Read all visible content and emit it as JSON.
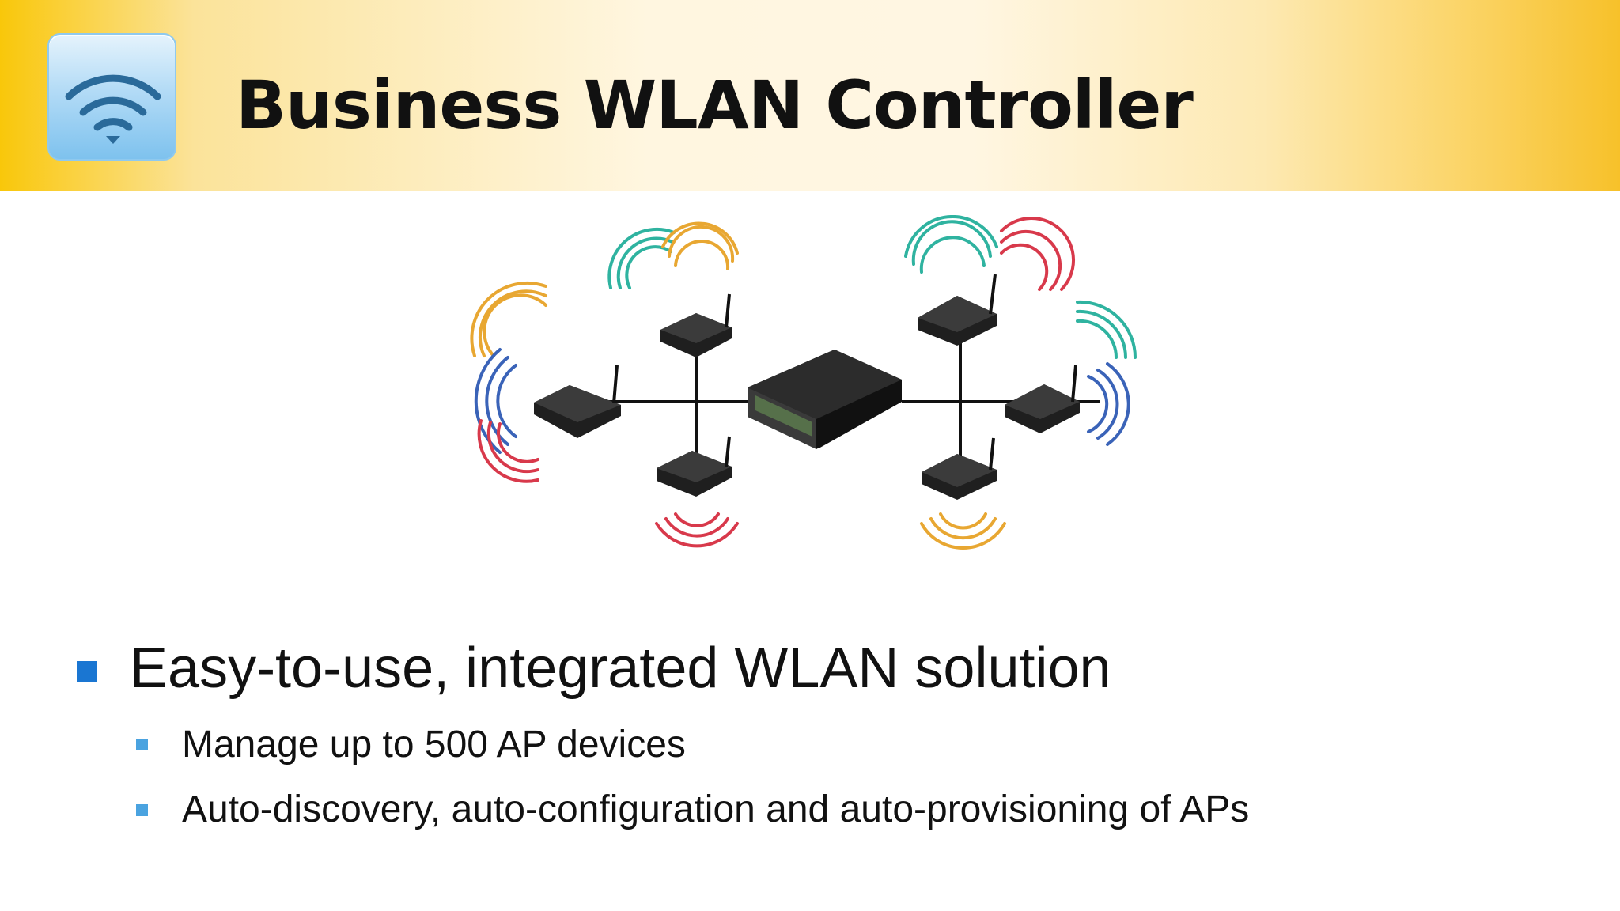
{
  "header": {
    "title": "Business WLAN Controller",
    "icon": "wifi-icon",
    "colors": {
      "gradient_edge": "#f9c70a",
      "gradient_center": "#fff6e0",
      "icon_blue": "#2a6fa0"
    }
  },
  "diagram": {
    "controller": "wlan-controller-device",
    "access_points": 6,
    "wave_colors": [
      "#2fb3a0",
      "#e8a732",
      "#d8394b",
      "#3a63b8"
    ]
  },
  "bullets": {
    "main": "Easy-to-use, integrated WLAN solution",
    "sub": [
      "Manage up to 500 AP devices",
      "Auto-discovery, auto-configuration and auto-provisioning of APs"
    ],
    "colors": {
      "level1": "#1a76d2",
      "level2": "#4aa3e0"
    }
  }
}
